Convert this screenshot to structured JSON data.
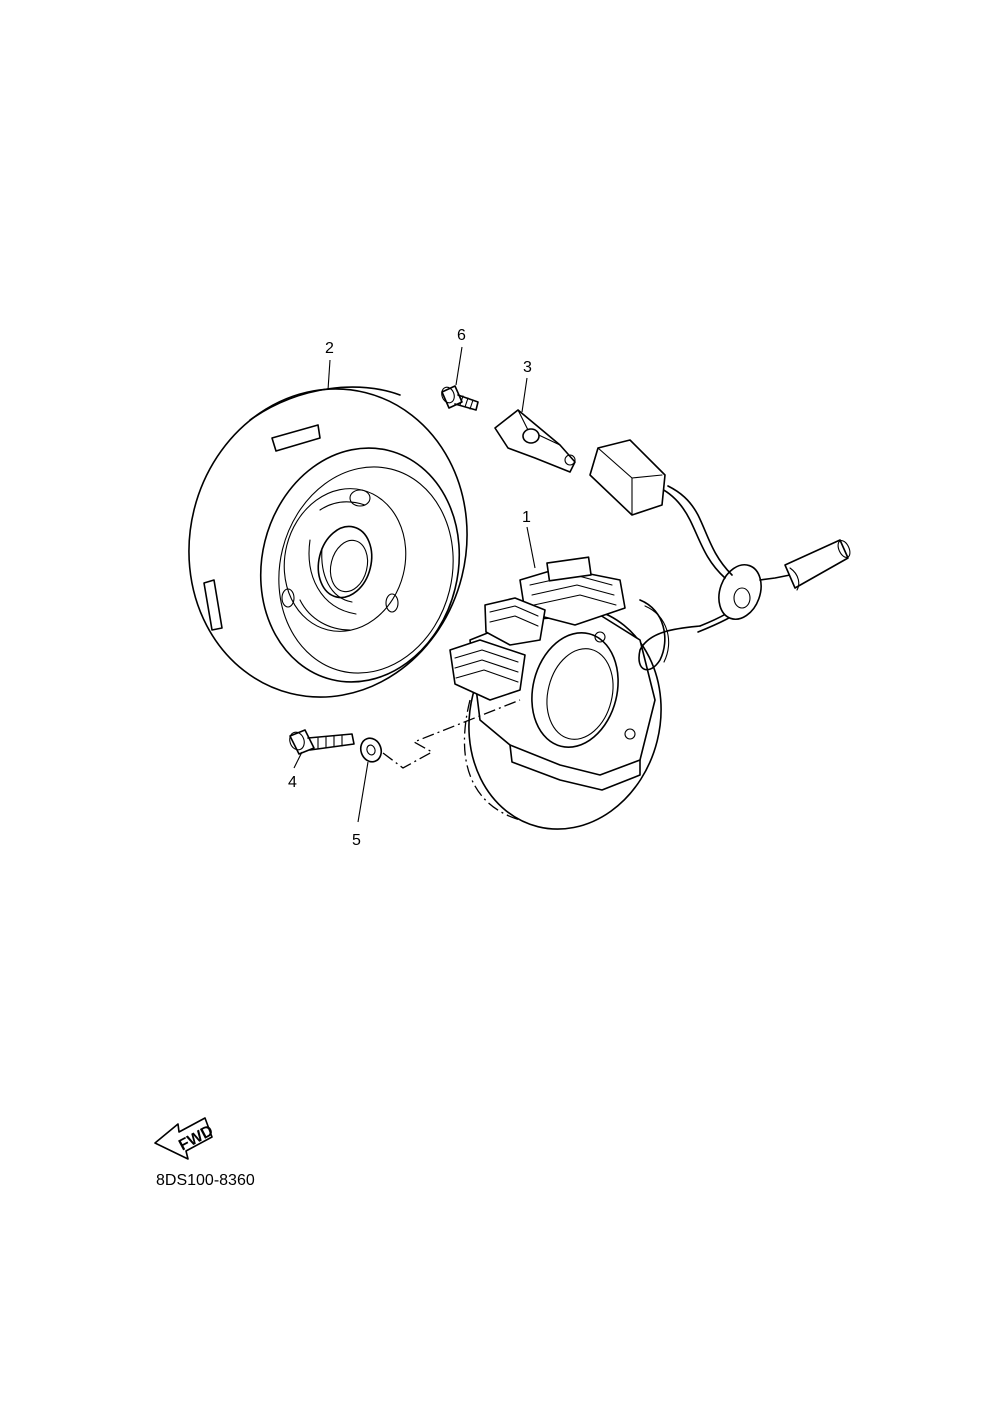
{
  "callouts": {
    "c1": "1",
    "c2": "2",
    "c3": "3",
    "c4": "4",
    "c5": "5",
    "c6": "6"
  },
  "direction_arrow": {
    "label": "FWD"
  },
  "figure_code": "8DS100-8360"
}
